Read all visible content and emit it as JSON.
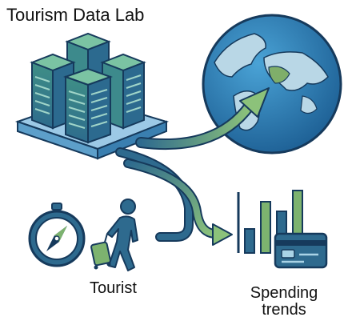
{
  "title": "Tourism Data Lab",
  "labels": {
    "tourist": "Tourist",
    "spending_line1": "Spending",
    "spending_line2": "trends"
  },
  "colors": {
    "server_blue": "#2a5d8c",
    "server_green": "#5a9a6a",
    "globe_ocean": "#2b7bb5",
    "land": "#b9d7e6",
    "arrow_dark": "#2e6a8e",
    "arrow_green": "#7db36f",
    "ink": "#163a5c"
  },
  "icons": [
    "server-cluster-icon",
    "globe-icon",
    "compass-icon",
    "traveler-icon",
    "bar-chart-icon",
    "credit-card-icon"
  ]
}
